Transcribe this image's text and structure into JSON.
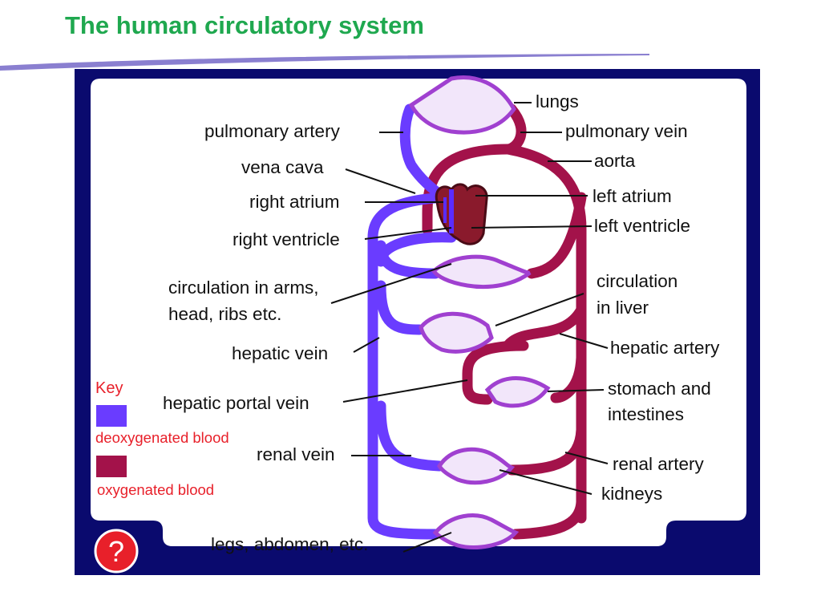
{
  "title": "The human circulatory system",
  "colors": {
    "title": "#1fa84f",
    "frame": "#0a0a6e",
    "deoxygenated": "#6a3cff",
    "oxygenated": "#a3124a",
    "capillary": "#a040d0",
    "key_text": "#e8202a",
    "help_button": "#e8202a"
  },
  "labels": {
    "lungs": "lungs",
    "pulmonary_artery": "pulmonary artery",
    "pulmonary_vein": "pulmonary vein",
    "vena_cava": "vena cava",
    "aorta": "aorta",
    "right_atrium": "right atrium",
    "left_atrium": "left atrium",
    "right_ventricle": "right ventricle",
    "left_ventricle": "left ventricle",
    "arms_line1": "circulation in arms,",
    "arms_line2": "head, ribs etc.",
    "liver_line1": "circulation",
    "liver_line2": "in liver",
    "hepatic_vein": "hepatic vein",
    "hepatic_artery": "hepatic artery",
    "hepatic_portal_vein": "hepatic portal vein",
    "stomach_line1": "stomach and",
    "stomach_line2": "intestines",
    "renal_vein": "renal vein",
    "renal_artery": "renal artery",
    "kidneys": "kidneys",
    "legs": "legs, abdomen, etc."
  },
  "key": {
    "title": "Key",
    "deoxygenated": "deoxygenated blood",
    "oxygenated": "oxygenated blood"
  },
  "help_button": {
    "label": "?",
    "icon": "question-mark-icon"
  }
}
